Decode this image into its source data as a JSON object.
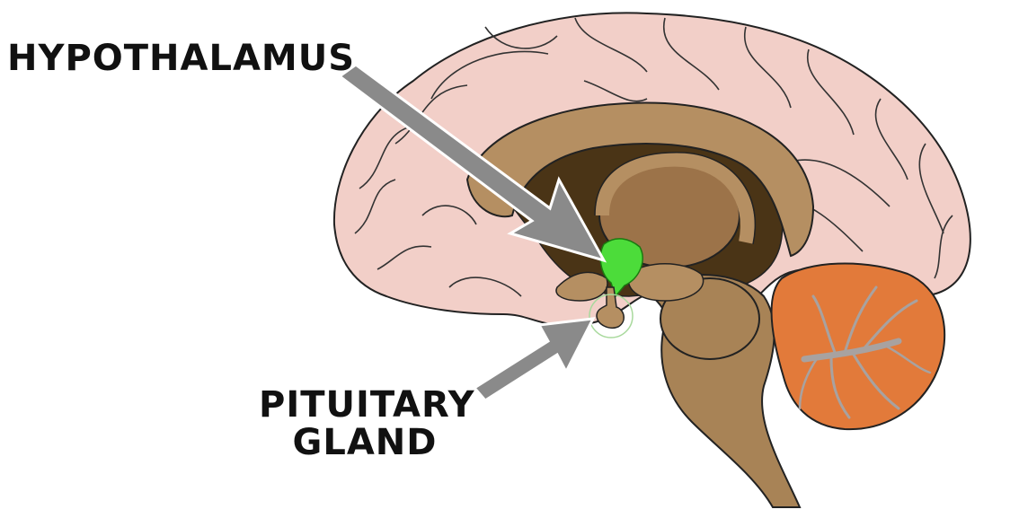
{
  "labels": {
    "hypothalamus": "HYPOTHALAMUS",
    "pituitary_line1": "PITUITARY",
    "pituitary_line2": "GLAND"
  },
  "colors": {
    "cerebrum": "#f2cfc8",
    "corpus_callosum": "#b58f62",
    "thalamus": "#9c7349",
    "brainstem": "#a88356",
    "cavity": "#4a3416",
    "cerebellum": "#e27a3a",
    "arbor_vitae": "#a8a2a0",
    "hypothalamus_highlight": "#4cdc3a",
    "arrow": "#8a8a8a",
    "outline": "#222222"
  }
}
